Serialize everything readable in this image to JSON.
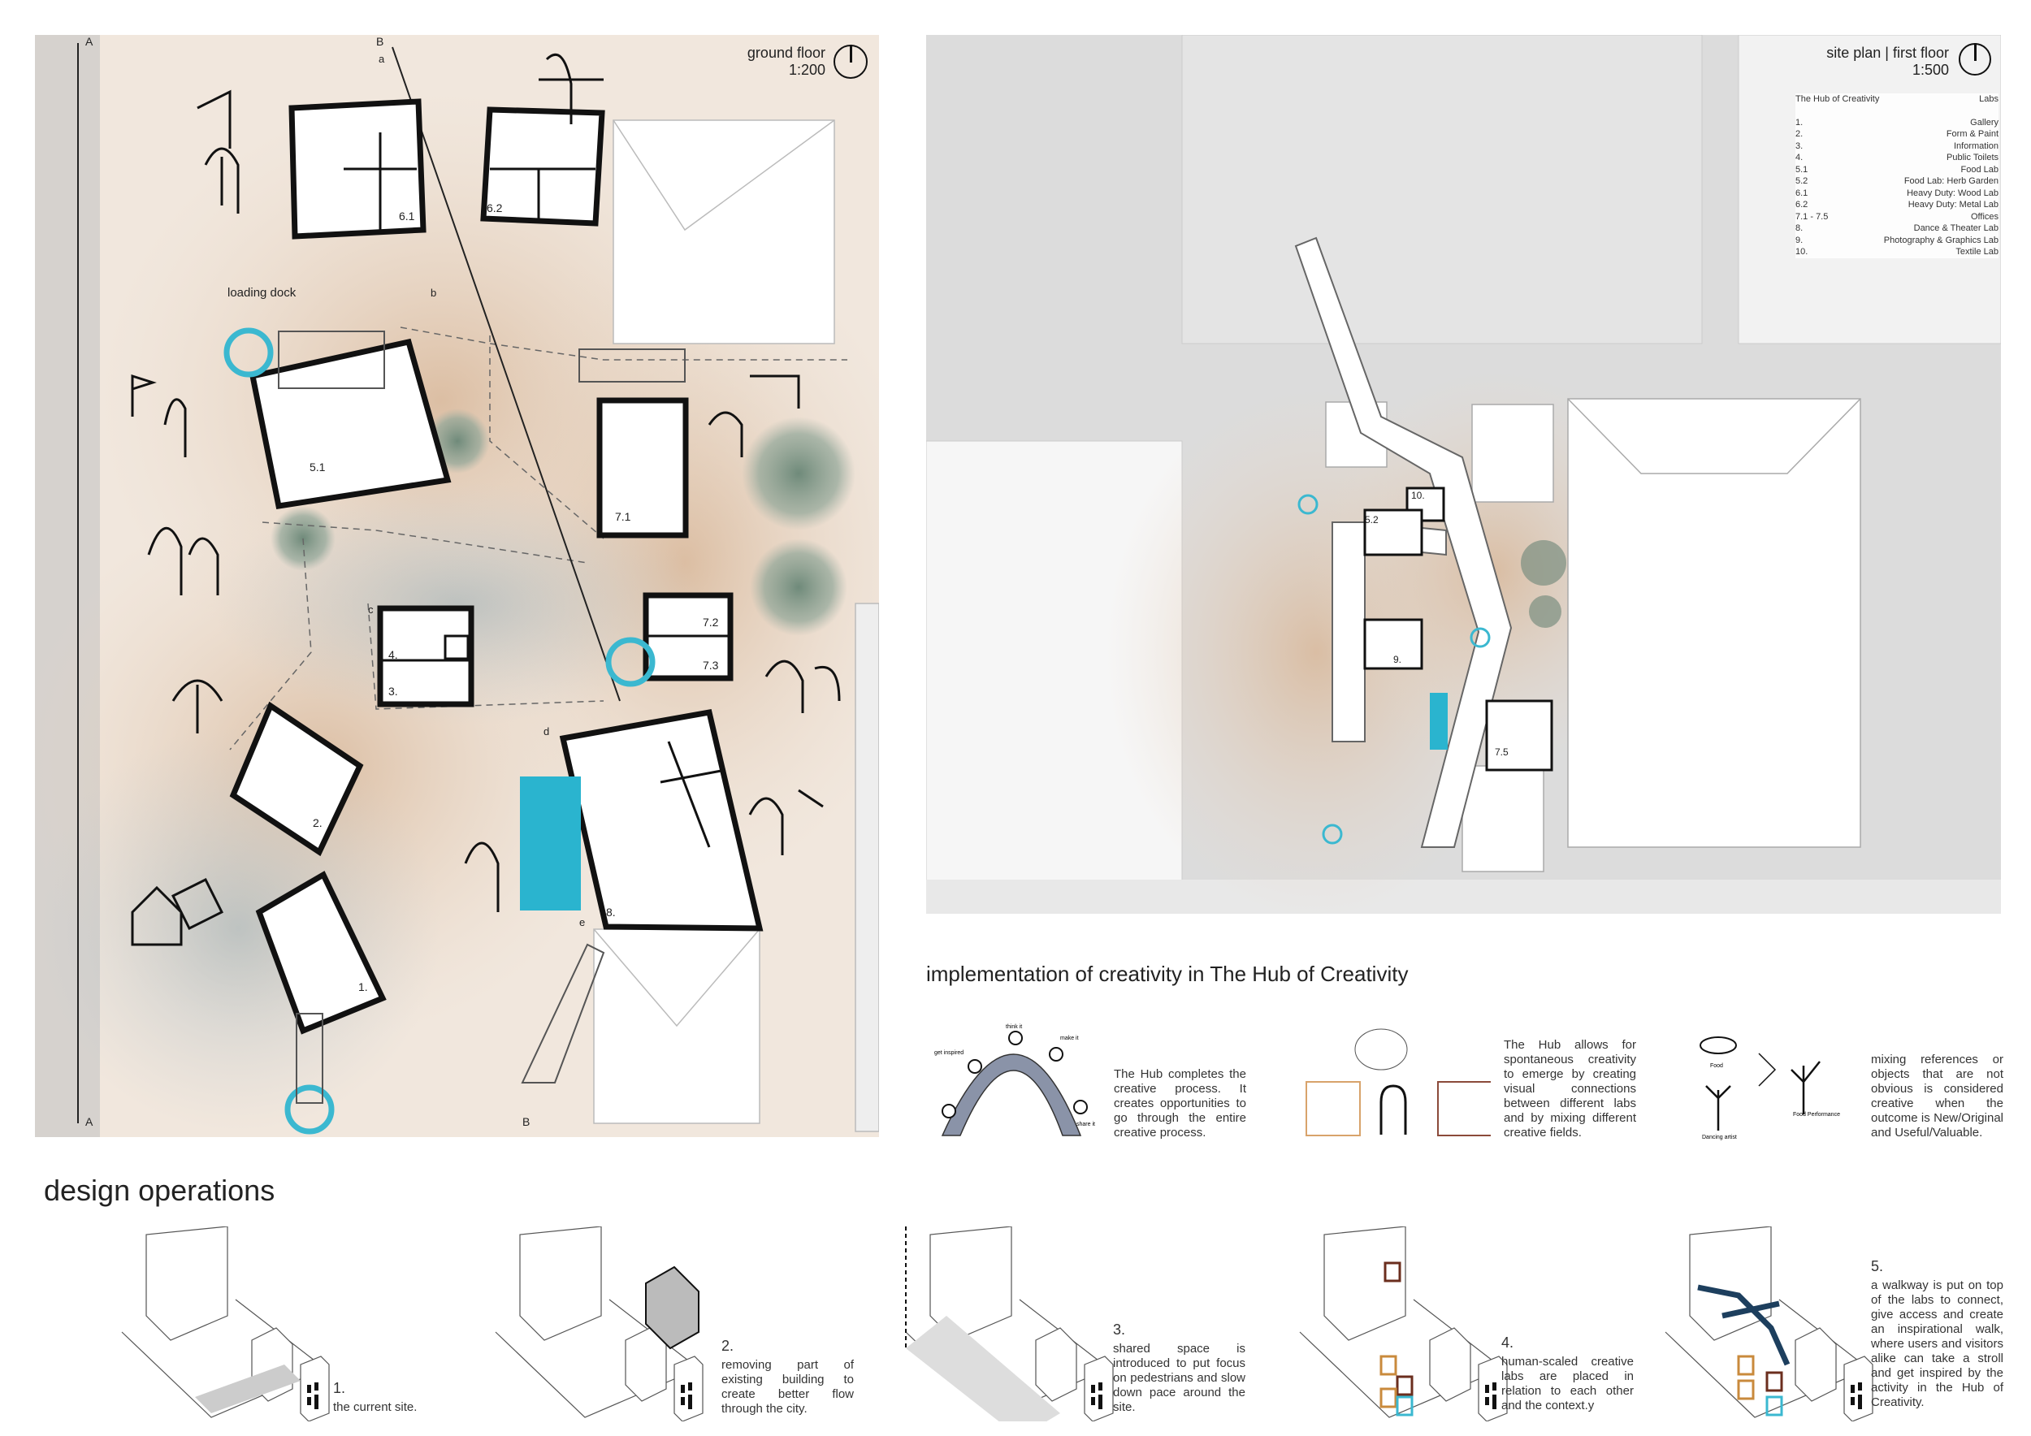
{
  "ground_floor": {
    "title": "ground floor",
    "scale": "1:200",
    "loading_dock": "loading dock",
    "section_marks": [
      "A",
      "A",
      "B",
      "B",
      "a",
      "b",
      "c",
      "d",
      "e"
    ],
    "rooms": [
      "6.1",
      "6.2",
      "5.1",
      "7.1",
      "7.2",
      "7.3",
      "4.",
      "3.",
      "2.",
      "8.",
      "1."
    ]
  },
  "site_plan": {
    "title": "site plan | first floor",
    "scale": "1:500",
    "legend_heading_left": "The Hub of Creativity",
    "legend_heading_right": "Labs",
    "legend": [
      {
        "num": "1.",
        "name": "Gallery"
      },
      {
        "num": "2.",
        "name": "Form & Paint"
      },
      {
        "num": "3.",
        "name": "Information"
      },
      {
        "num": "4.",
        "name": "Public Toilets"
      },
      {
        "num": "5.1",
        "name": "Food Lab"
      },
      {
        "num": "5.2",
        "name": "Food Lab: Herb Garden"
      },
      {
        "num": "6.1",
        "name": "Heavy Duty: Wood Lab"
      },
      {
        "num": "6.2",
        "name": "Heavy Duty: Metal Lab"
      },
      {
        "num": "7.1 - 7.5",
        "name": "Offices"
      },
      {
        "num": "8.",
        "name": "Dance & Theater Lab"
      },
      {
        "num": "9.",
        "name": "Photography & Graphics Lab"
      },
      {
        "num": "10.",
        "name": "Textile Lab"
      }
    ],
    "rooms": [
      "10.",
      "5.2",
      "9.",
      "7.5"
    ]
  },
  "implementation": {
    "heading": "implementation of creativity in The Hub of Creativity",
    "arch_labels": [
      "get inspired",
      "think it",
      "make it",
      "share it"
    ],
    "mix_labels": [
      "Food",
      "Dancing artist",
      "Food Performance"
    ],
    "captions": [
      "The Hub completes the creative process. It creates opportunities to go through the entire creative process.",
      "The Hub allows for spontaneous creativity to emerge by creating visual connections between different labs and by mixing different creative fields.",
      "mixing references or objects that are not obvious is considered creative when the outcome is New/Original and Useful/Valuable."
    ]
  },
  "design_operations": {
    "heading": "design operations",
    "steps": [
      {
        "num": "1.",
        "text": "the current site."
      },
      {
        "num": "2.",
        "text": "removing part of existing building to create better flow through the city."
      },
      {
        "num": "3.",
        "text": "shared space is introduced to put focus on pedestrians and slow down pace around the site."
      },
      {
        "num": "4.",
        "text": "human-scaled creative labs are placed in relation to each other and the context.y"
      },
      {
        "num": "5.",
        "text": "a walkway is put on top of the labs to connect, give access and create an inspirational walk, where users and visitors alike can take a stroll and get inspired by the activity in the Hub of Creativity."
      }
    ]
  },
  "colors": {
    "accent_cyan": "#3bb8d0",
    "walkway_navy": "#1d3f5e",
    "lab_orange": "#c98a3c",
    "lab_brown": "#6b2e1e",
    "ground": "#e9d8c6"
  }
}
